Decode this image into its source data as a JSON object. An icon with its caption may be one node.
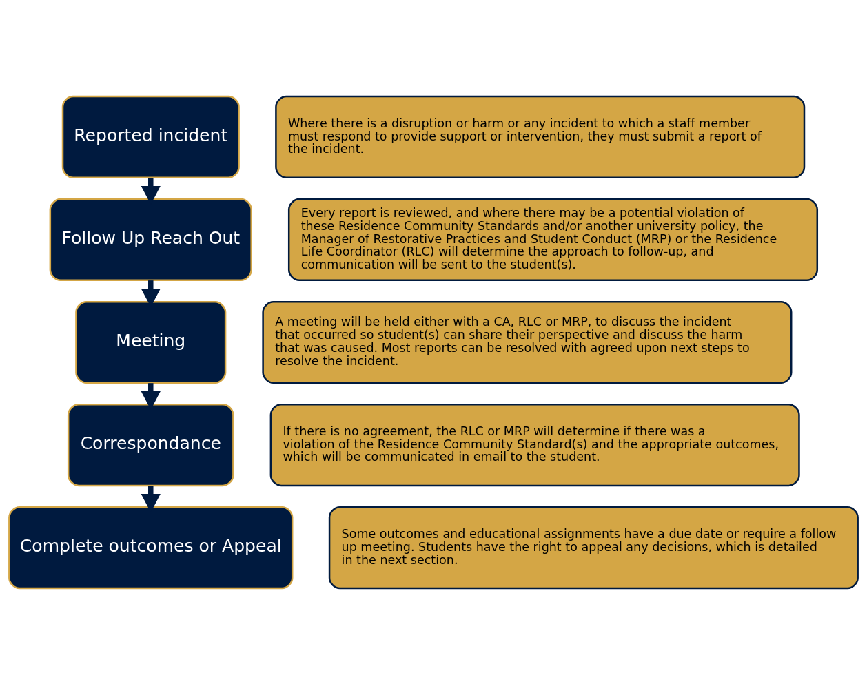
{
  "diagram": {
    "nodes": [
      {
        "text": [
          "Reported incident"
        ]
      },
      {
        "text": [
          "Where there is a disruption or harm or any incident to which a staff member must respond to provide support or intervention, they must submit a report of the incident."
        ]
      },
      {
        "text": [
          "Follow Up Reach Out"
        ]
      },
      {
        "text": [
          "Every report is reviewed, and where there may be a potential violation of these Residence Community Standards and/or another university policy, the Manager of Restorative Practices and Student Conduct (MRP) or the Residence Life Coordinator (RLC) will determine the approach to follow-up, and communication will be sent to the student(s)."
        ]
      },
      {
        "text": [
          "Meeting"
        ]
      },
      {
        "text": [
          "A meeting will be held either with a CA, RLC or MRP, to discuss the incident that occurred so student(s) can share their perspective and discuss the harm that was caused. Most reports can be resolved with agreed upon next steps to resolve the incident."
        ]
      },
      {
        "text": [
          "Correspondance"
        ]
      },
      {
        "text": [
          "If there is no agreement, the RLC or MRP will determine if there was a violation of the Residence Community Standard(s) and the appropriate outcomes, which will be communicated in email to the student."
        ]
      },
      {
        "text": [
          "Complete outcomes or Appeal"
        ]
      },
      {
        "text": [
          "Some outcomes and educational assignments have a due date or require a follow up meeting. Students have the right to appeal any decisions, which is detailed in the next section."
        ]
      }
    ],
    "edges": [
      {
        "from": 0,
        "to": 2,
        "arrow": "to"
      },
      {
        "from": 2,
        "to": 4,
        "arrow": "to"
      },
      {
        "from": 4,
        "to": 6,
        "arrow": "to"
      },
      {
        "from": 6,
        "to": 8,
        "arrow": "to"
      }
    ]
  }
}
